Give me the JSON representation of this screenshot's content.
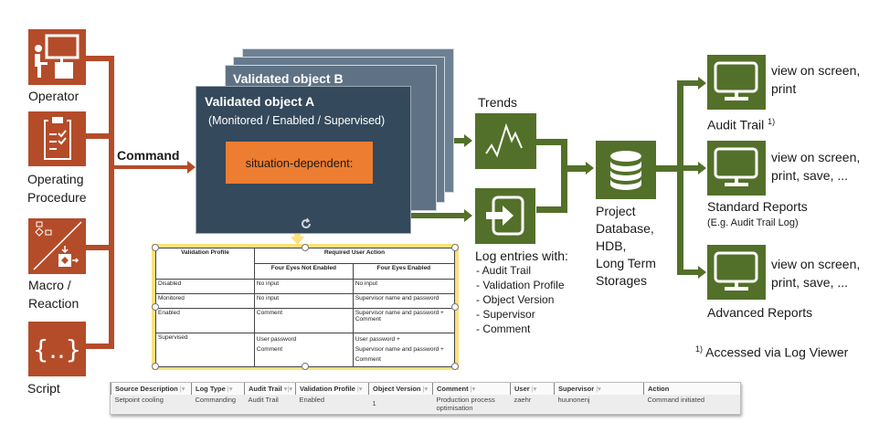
{
  "colors": {
    "source_orange": "#b44c2a",
    "output_green": "#53702a",
    "object_front": "#34495b",
    "object_back": "#677a8d",
    "situation_orange": "#ed7d31",
    "highlight_yellow": "#ffe07a"
  },
  "sources": [
    {
      "label": "Operator",
      "icon": "operator-at-workstation-icon"
    },
    {
      "label": "Operating Procedure",
      "icon": "clipboard-checklist-icon"
    },
    {
      "label": "Macro / Reaction",
      "icon": "macro-reaction-icon"
    },
    {
      "label": "Script",
      "icon": "curly-braces-icon"
    }
  ],
  "command_label": "Command",
  "validated_objects": {
    "back_title": "Validated object B",
    "front_title": "Validated object A",
    "front_subtitle": "(Monitored / Enabled / Supervised)",
    "situation_label": "situation-dependent:"
  },
  "validation_table": {
    "header_profile": "Validation Profile",
    "header_action": "Required User Action",
    "header_not_enabled": "Four Eyes Not Enabled",
    "header_enabled": "Four Eyes Enabled",
    "rows": [
      {
        "profile": "Disabled",
        "not_enabled": "No input",
        "enabled": "No input"
      },
      {
        "profile": "Monitored",
        "not_enabled": "No input",
        "enabled": "Supervisor name and password"
      },
      {
        "profile": "Enabled",
        "not_enabled": "Comment",
        "enabled": "Supervisor name and password + Comment"
      },
      {
        "profile": "Supervised",
        "not_enabled": "User password\nComment",
        "enabled": "User password +\nSupervisor name and password +\nComment"
      }
    ]
  },
  "trends": {
    "label": "Trends",
    "icon": "trend-line-icon"
  },
  "log_entries": {
    "label": "Log entries with:",
    "icon": "log-entry-icon",
    "items": [
      "- Audit Trail",
      "- Validation Profile",
      "- Object Version",
      "- Supervisor",
      "- Comment"
    ]
  },
  "database": {
    "icon": "database-icon",
    "lines": [
      "Project",
      "Database,",
      "HDB,",
      "Long Term",
      "Storages"
    ]
  },
  "outputs": [
    {
      "label": "Audit Trail",
      "footnote": "1)",
      "desc": [
        "view on screen,",
        "print"
      ],
      "sublabel": ""
    },
    {
      "label": "Standard Reports",
      "footnote": "",
      "desc": [
        "view on screen,",
        "print, save, ..."
      ],
      "sublabel": "(E.g. Audit Trail Log)"
    },
    {
      "label": "Advanced Reports",
      "footnote": "",
      "desc": [
        "view on screen,",
        "print, save, ..."
      ],
      "sublabel": ""
    }
  ],
  "footnote": {
    "mark": "1)",
    "text": "Accessed via Log Viewer"
  },
  "log_table": {
    "columns": [
      "Source Description",
      "Log Type",
      "Audit Trail",
      "Validation Profile",
      "Object Version",
      "Comment",
      "User",
      "Supervisor",
      "Action"
    ],
    "row": [
      "Setpoint cooling",
      "Commanding",
      "Audit Trail",
      "Enabled",
      "1",
      "Production process optimisation",
      "zaehr",
      "huunonenj",
      "Command initiated"
    ]
  }
}
